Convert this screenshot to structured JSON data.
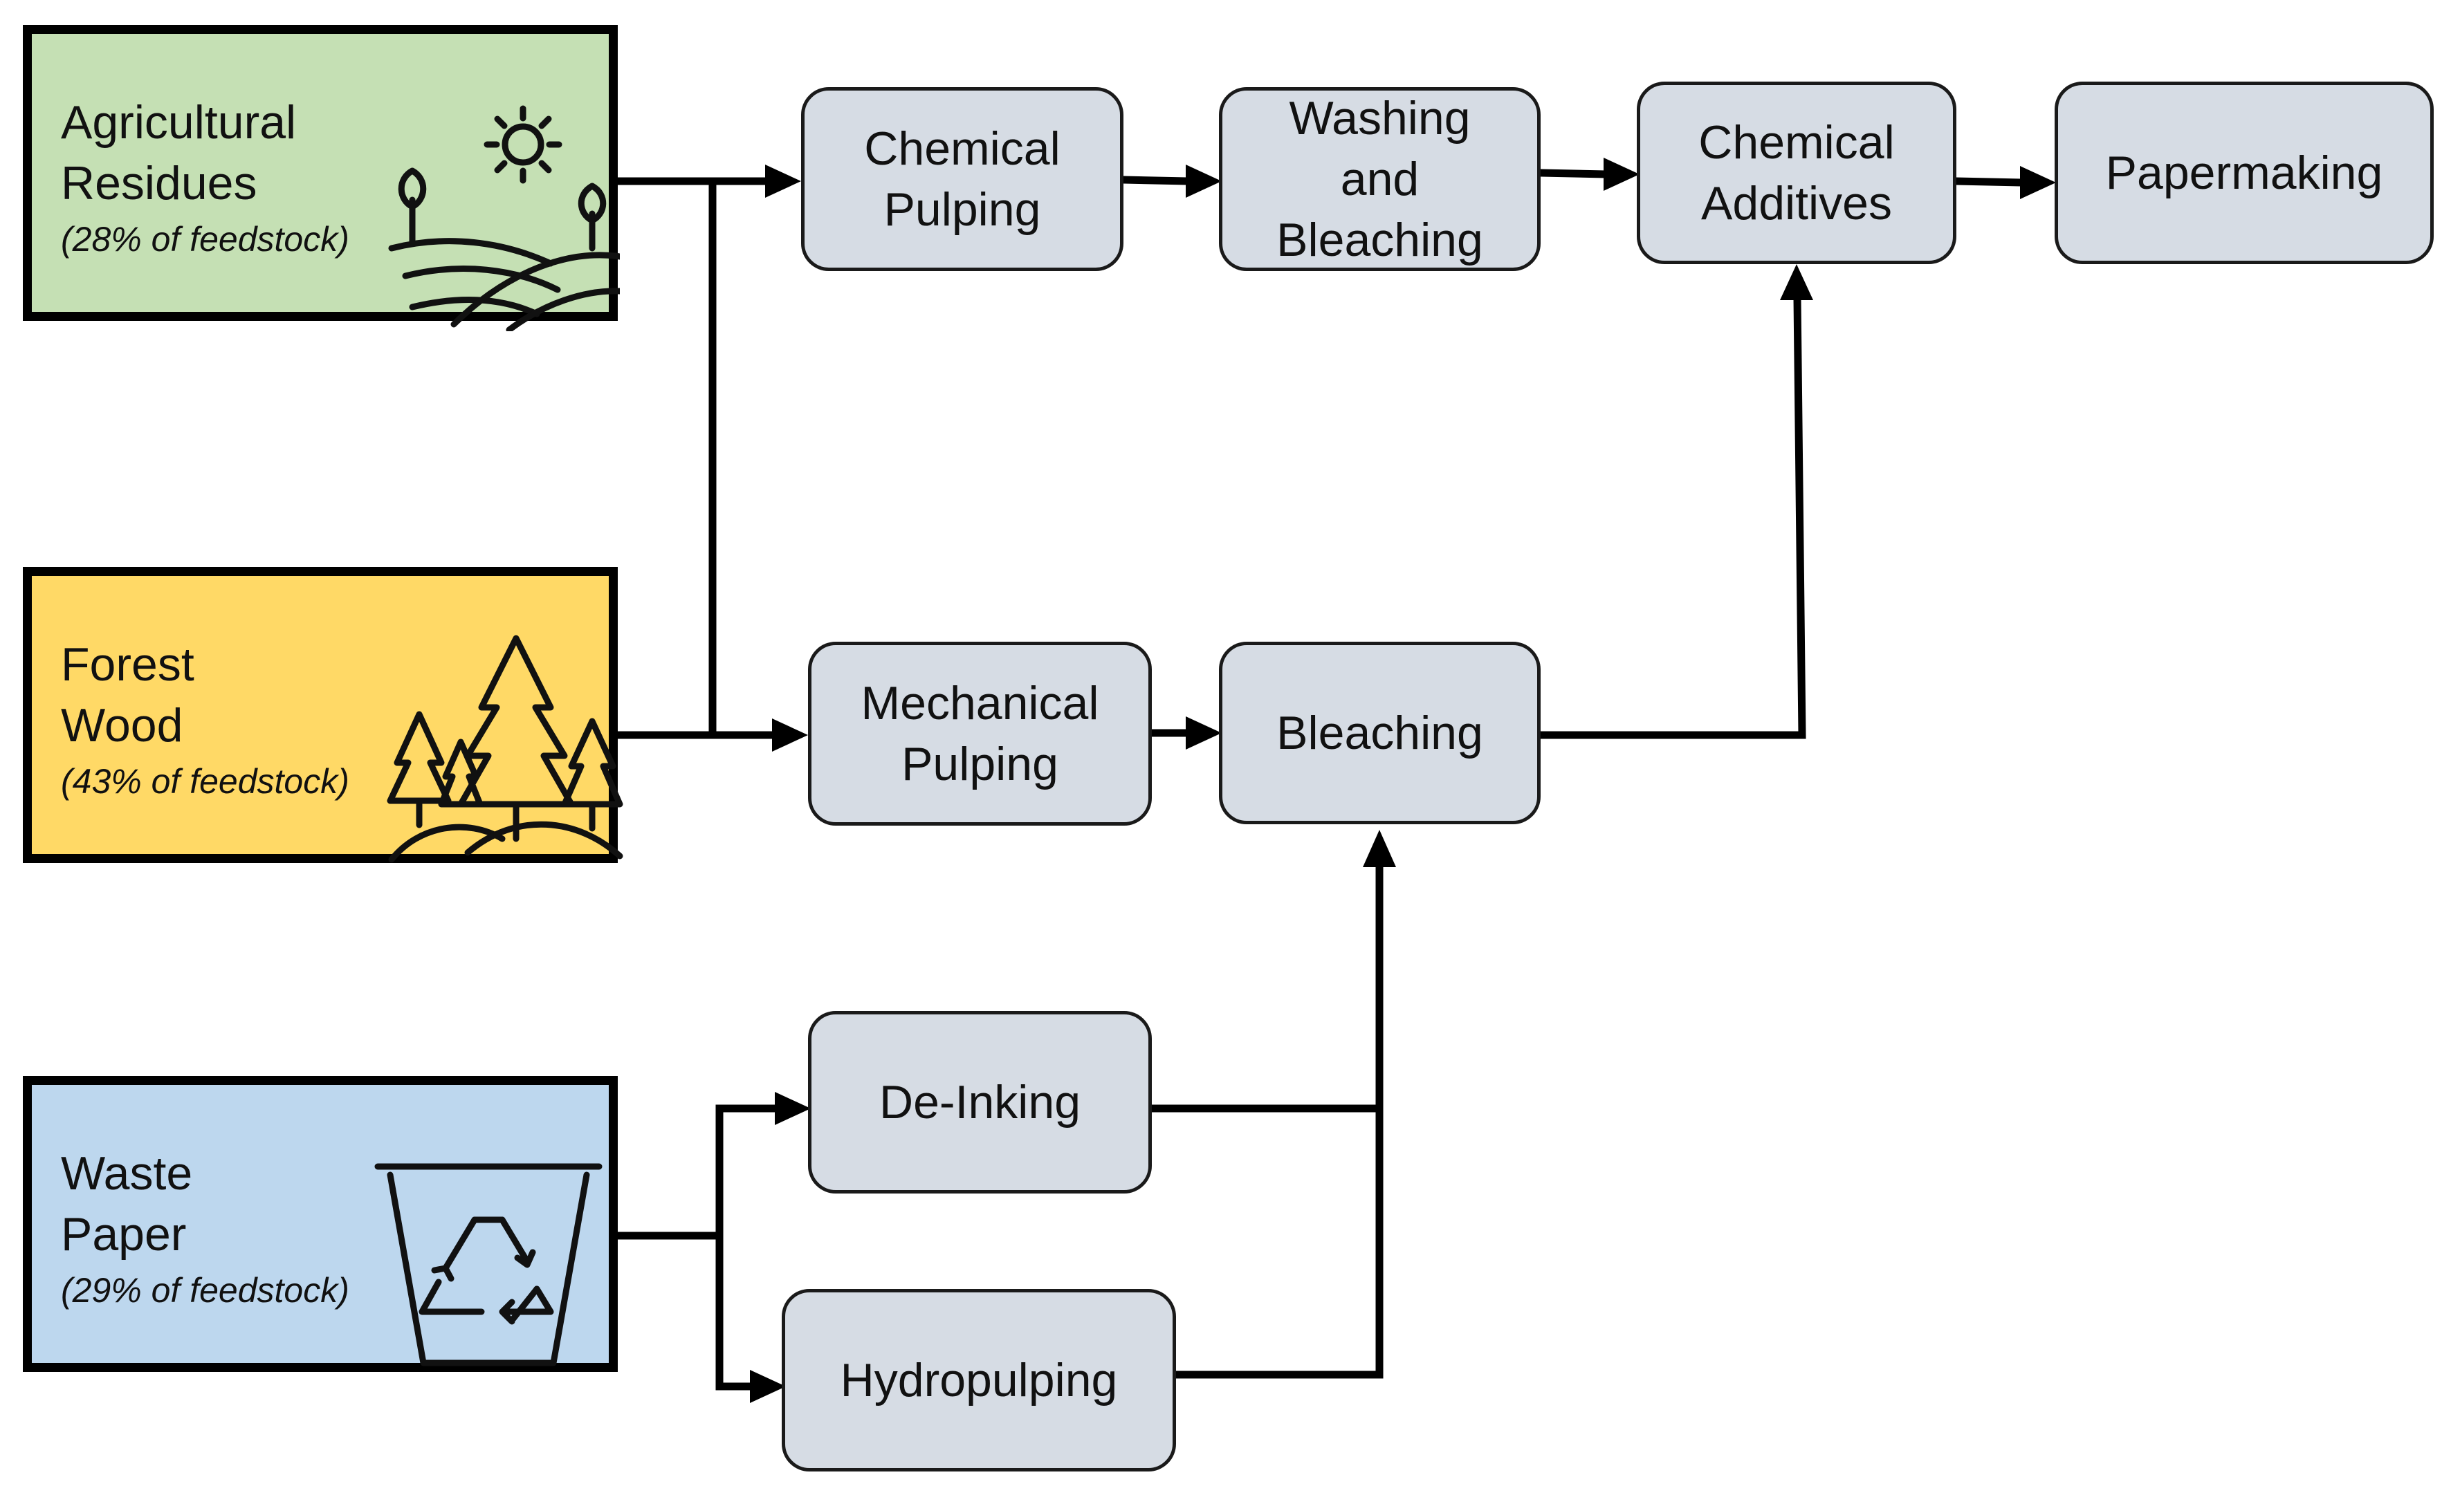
{
  "sources": [
    {
      "id": "agricultural",
      "lines": [
        "Agricultural",
        "Residues"
      ],
      "share": "(28% of feedstock)",
      "color": "#c5e0b4",
      "icon": "farm-field-sun-icon"
    },
    {
      "id": "forest",
      "lines": [
        "Forest",
        "Wood"
      ],
      "share": "(43% of feedstock)",
      "color": "#ffd966",
      "icon": "forest-trees-icon"
    },
    {
      "id": "waste",
      "lines": [
        "Waste",
        "Paper"
      ],
      "share": "(29% of feedstock)",
      "color": "#bdd7ee",
      "icon": "recycle-bin-icon"
    }
  ],
  "steps": {
    "chemical_pulping": [
      "Chemical",
      "Pulping"
    ],
    "washing_bleaching": [
      "Washing",
      "and",
      "Bleaching"
    ],
    "chemical_additives": [
      "Chemical",
      "Additives"
    ],
    "papermaking": [
      "Papermaking"
    ],
    "mechanical_pulping": [
      "Mechanical",
      "Pulping"
    ],
    "bleaching": [
      "Bleaching"
    ],
    "de_inking": [
      "De-Inking"
    ],
    "hydropulping": [
      "Hydropulping"
    ]
  },
  "colors": {
    "step_fill": "#d6dce4",
    "border": "#000000"
  }
}
